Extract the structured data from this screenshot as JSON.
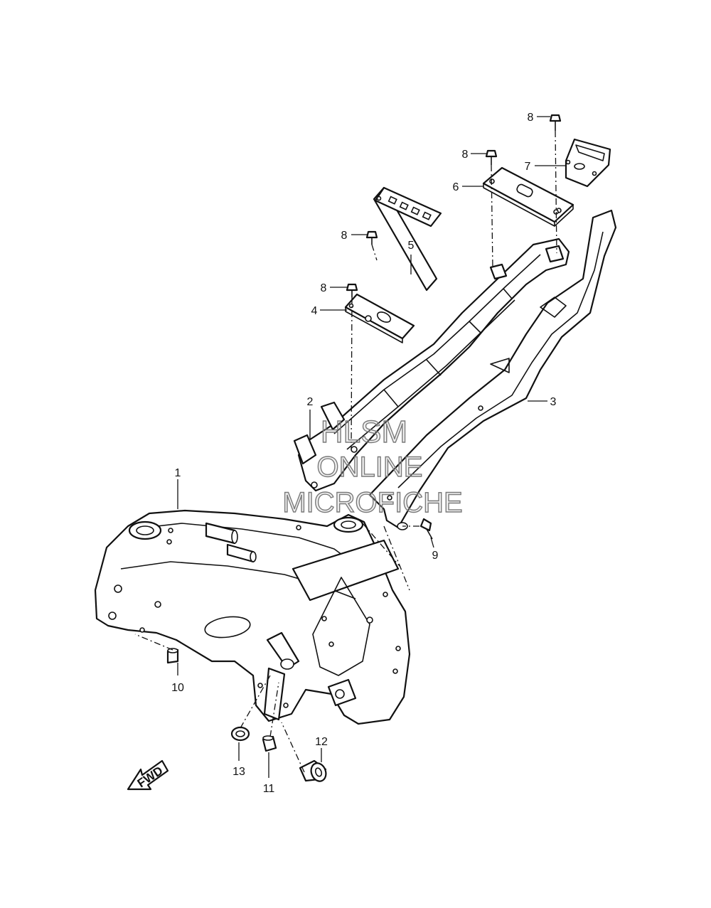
{
  "callouts": {
    "c1": "1",
    "c2": "2",
    "c3": "3",
    "c4": "4",
    "c5": "5",
    "c6": "6",
    "c7": "7",
    "c8a": "8",
    "c8b": "8",
    "c8c": "8",
    "c8d": "8",
    "c9": "9",
    "c10": "10",
    "c11": "11",
    "c12": "12",
    "c13": "13"
  },
  "watermark": {
    "line1": "HLSM",
    "line2": "ONLINE",
    "line3": "MICROFICHE"
  },
  "direction_label": "FWD",
  "colors": {
    "line": "#111111",
    "background": "#ffffff",
    "watermark": "#7a7a7a"
  }
}
